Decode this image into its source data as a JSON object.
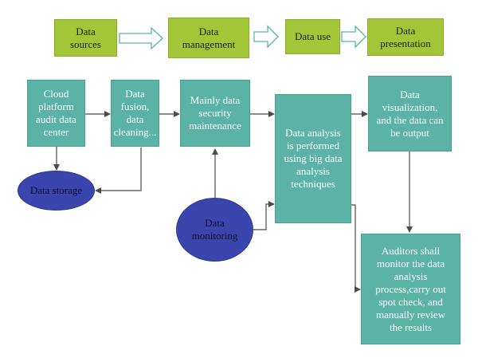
{
  "top_row": {
    "data_sources": "Data\nsources",
    "data_management": "Data\nmanagement",
    "data_use": "Data use",
    "data_presentation": "Data\npresentation"
  },
  "flow": {
    "cloud_platform": "Cloud\nplatform\naudit data\ncenter",
    "data_fusion": "Data\nfusion,\ndata\ncleaning...",
    "security_maintenance": "Mainly data\nsecurity\nmaintenance",
    "data_analysis": "Data analysis\nis performed\nusing big data\nanalysis\ntechniques",
    "data_visualization": "Data\nvisualization,\nand the data can\nbe output",
    "auditors": "Auditors shall\nmonitor the data\nanalysis\nprocess,carry out\nspot check, and\nmanually review\nthe results",
    "data_storage": "Data storage",
    "data_monitoring": "Data\nmonitoring"
  },
  "colors": {
    "top_box": "#a2c637",
    "process_box": "#5bb3a5",
    "ellipse": "#3a46ad",
    "arrow": "#4a4a4a",
    "hollow_arrow_outline": "#5bb3a5"
  }
}
